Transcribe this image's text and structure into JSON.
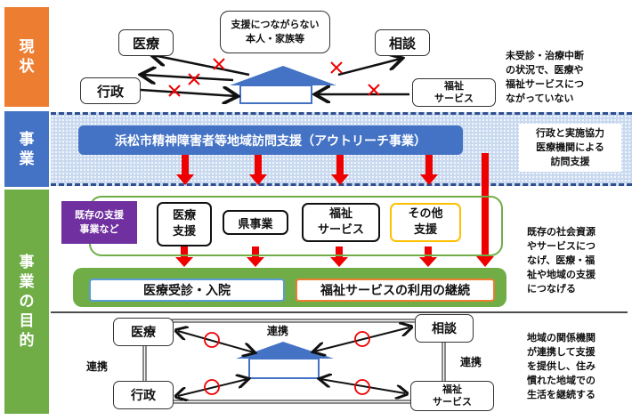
{
  "sections": {
    "current": {
      "label": "現状",
      "color": "#ED7D31"
    },
    "project": {
      "label": "事業",
      "color": "#4472C4"
    },
    "purpose": {
      "label": "事業の目的",
      "color": "#70AD47"
    }
  },
  "current": {
    "bubble": "支援につながらない本人・家族等",
    "nodes": {
      "medical": "医療",
      "admin": "行政",
      "consult": "相談",
      "welfare_1": "福祉",
      "welfare_2": "サービス"
    },
    "link_status": "disconnected",
    "note": [
      "未受診・治療中断",
      "の状況で、医療や",
      "福祉サービスにつ",
      "ながっていない"
    ]
  },
  "project": {
    "title": "浜松市精神障害者等地域訪問支援（アウトリーチ事業）",
    "note": [
      "行政と実施協力",
      "医療機関による",
      "訪問支援"
    ]
  },
  "existing": {
    "label_1": "既存の支援",
    "label_2": "事業など",
    "label_color": "#7030A0",
    "items": [
      {
        "l1": "医療",
        "l2": "支援"
      },
      {
        "l1": "県事業",
        "l2": ""
      },
      {
        "l1": "福祉",
        "l2": "サービス"
      },
      {
        "l1": "その他",
        "l2": "支援"
      }
    ],
    "outcome_medical": "医療受診・入院",
    "outcome_welfare": "福祉サービスの利用の継続",
    "note": [
      "既存の社会資源",
      "やサービスにつ",
      "なげ、医療・福",
      "祉や地域の支援",
      "につなげる"
    ]
  },
  "goal": {
    "center_label": "連携",
    "left_label": "連携",
    "right_label": "連携",
    "nodes": {
      "medical": "医療",
      "admin": "行政",
      "consult": "相談",
      "welfare_1": "福祉",
      "welfare_2": "サービス"
    },
    "link_status": "connected",
    "note": [
      "地域の関係機関",
      "が連携して支援",
      "を提供し、住み",
      "慣れた地域での",
      "生活を継続する"
    ]
  }
}
